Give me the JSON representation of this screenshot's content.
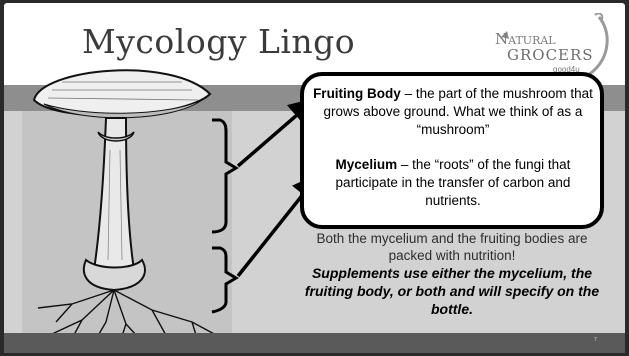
{
  "slide": {
    "title": "Mycology Lingo",
    "page_number": "7"
  },
  "logo": {
    "line1": "Natural",
    "line2": "GROCERS",
    "line3": "good4u"
  },
  "callout": {
    "fruiting_body": {
      "term": "Fruiting Body",
      "definition": " – the part of the mushroom that grows above ground. What we think of as a “mushroom”"
    },
    "mycelium": {
      "term": "Mycelium",
      "definition": " – the “roots” of the fungi that participate in the transfer of carbon and nutrients."
    }
  },
  "body": {
    "nutrition": "Both the mycelium and the fruiting bodies are packed with nutrition!",
    "supplements": "Supplements use either the mycelium, the fruiting body, or both and will specify on the bottle."
  },
  "colors": {
    "title_text": "#3b3b3b",
    "callout_border": "#000000",
    "content_bg": "#d2d2d2"
  }
}
